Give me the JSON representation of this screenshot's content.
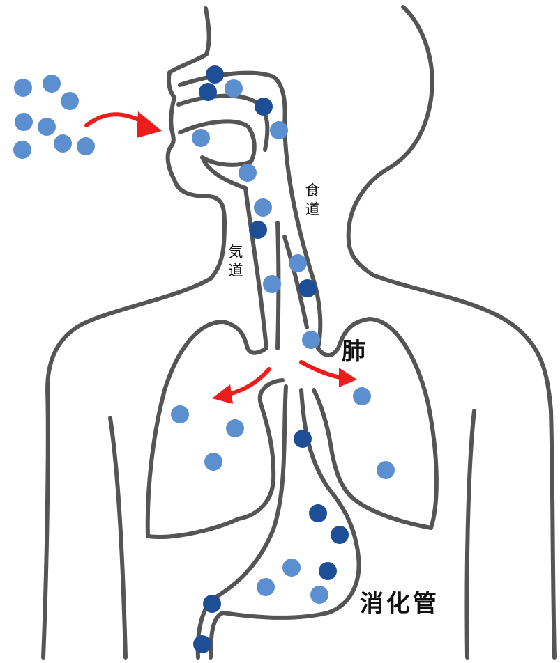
{
  "labels": {
    "esophagus": "食道",
    "trachea": "気道",
    "lung": "肺",
    "digestive_tract": "消化管"
  },
  "colors": {
    "particle_light": "#5b8fd0",
    "particle_dark": "#1e4e96",
    "arrow": "#ee1c1c",
    "outline": "#555555"
  },
  "icons": [
    "red-curved-arrow"
  ]
}
